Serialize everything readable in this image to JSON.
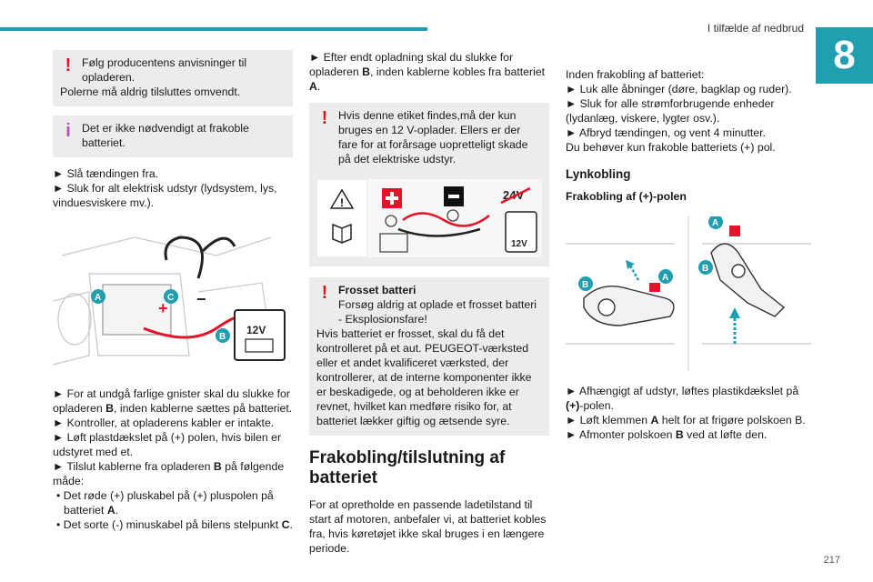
{
  "header": {
    "title": "I tilfælde af nedbrud",
    "chapter": "8",
    "page": "217"
  },
  "col1": {
    "warn_box": {
      "first": "Følg producentens anvisninger til opladeren.",
      "second": "Polerne må aldrig tilsluttes omvendt."
    },
    "info_box": {
      "text": "Det er ikke nødvendigt at frakoble batteriet."
    },
    "steps_a": [
      "► Slå tændingen fra.",
      "► Sluk for alt elektrisk udstyr (lydsystem, lys, vinduesviskere mv.)."
    ],
    "illus_labels": {
      "a": "A",
      "b": "B",
      "c": "C",
      "volt": "12V"
    },
    "steps_b": [
      {
        "pre": "► For at undgå farlige gnister skal du slukke for opladeren ",
        "bold": "B",
        "post": ", inden kablerne sættes på batteriet."
      },
      {
        "pre": "► Kontroller, at opladerens kabler er intakte.",
        "bold": "",
        "post": ""
      },
      {
        "pre": "► Løft plastdækslet på (+) polen, hvis bilen er udstyret med et.",
        "bold": "",
        "post": ""
      },
      {
        "pre": "► Tilslut kablerne fra opladeren ",
        "bold": "B",
        "post": " på følgende måde:"
      }
    ],
    "bullets": [
      {
        "pre": "• Det røde (+) pluskabel på (+) pluspolen på batteriet ",
        "bold": "A",
        "post": "."
      },
      {
        "pre": "• Det sorte (-) minuskabel på bilens stelpunkt ",
        "bold": "C",
        "post": "."
      }
    ]
  },
  "col2": {
    "intro": {
      "pre": "► Efter endt opladning skal du slukke for opladeren ",
      "bold1": "B",
      "mid": ", inden kablerne kobles fra batteriet ",
      "bold2": "A",
      "post": "."
    },
    "warn_box": {
      "text": "Hvis denne etiket findes,må der kun bruges en 12 V-oplader. Ellers er der fare for at forårsage uopretteligt skade på det elektriske udstyr."
    },
    "label_icons": {
      "warning": "warning-triangle-icon",
      "manual": "manual-book-icon",
      "v24": "24V",
      "v12": "12V"
    },
    "frost_box": {
      "title": "Frosset batteri",
      "line1": "Forsøg aldrig at oplade et frosset batteri - Eksplosionsfare!",
      "rest": "Hvis batteriet er frosset, skal du få det kontrolleret på et aut. PEUGEOT-værksted eller et andet kvalificeret værksted, der kontrollerer, at de interne komponenter ikke er beskadigede, og at beholderen ikke er revnet, hvilket kan medføre risiko for, at batteriet lækker giftig og ætsende syre."
    },
    "section_title": "Frakobling/tilslutning af batteriet",
    "section_text": "For at opretholde en passende ladetilstand til start af motoren, anbefaler vi, at batteriet kobles fra, hvis køretøjet ikke skal bruges i en længere periode."
  },
  "col3": {
    "intro": "Inden frakobling af batteriet:",
    "steps_a": [
      "► Luk alle åbninger (døre, bagklap og ruder).",
      "► Sluk for alle strømforbrugende enheder (lydanlæg, viskere, lygter osv.).",
      "► Afbryd tændingen, og vent 4 minutter."
    ],
    "note": "Du behøver kun frakoble batteriets (+) pol.",
    "subtitle": "Lynkobling",
    "subsubtitle": "Frakobling af (+)-polen",
    "illus_labels": {
      "a": "A",
      "b": "B"
    },
    "steps_b": [
      {
        "pre": "► Afhængigt af udstyr, løftes plastikdækslet på ",
        "bold": "(+)",
        "post": "-polen."
      },
      {
        "pre": "► Løft klemmen ",
        "bold": "A",
        "post": " helt for at frigøre polskoen B."
      },
      {
        "pre": "► Afmonter polskoen ",
        "bold": "B",
        "post": " ved at løfte den."
      }
    ]
  },
  "colors": {
    "accent": "#1f9fb0",
    "warn": "#e3132a",
    "info": "#b04fc2",
    "panel": "#ececec"
  }
}
